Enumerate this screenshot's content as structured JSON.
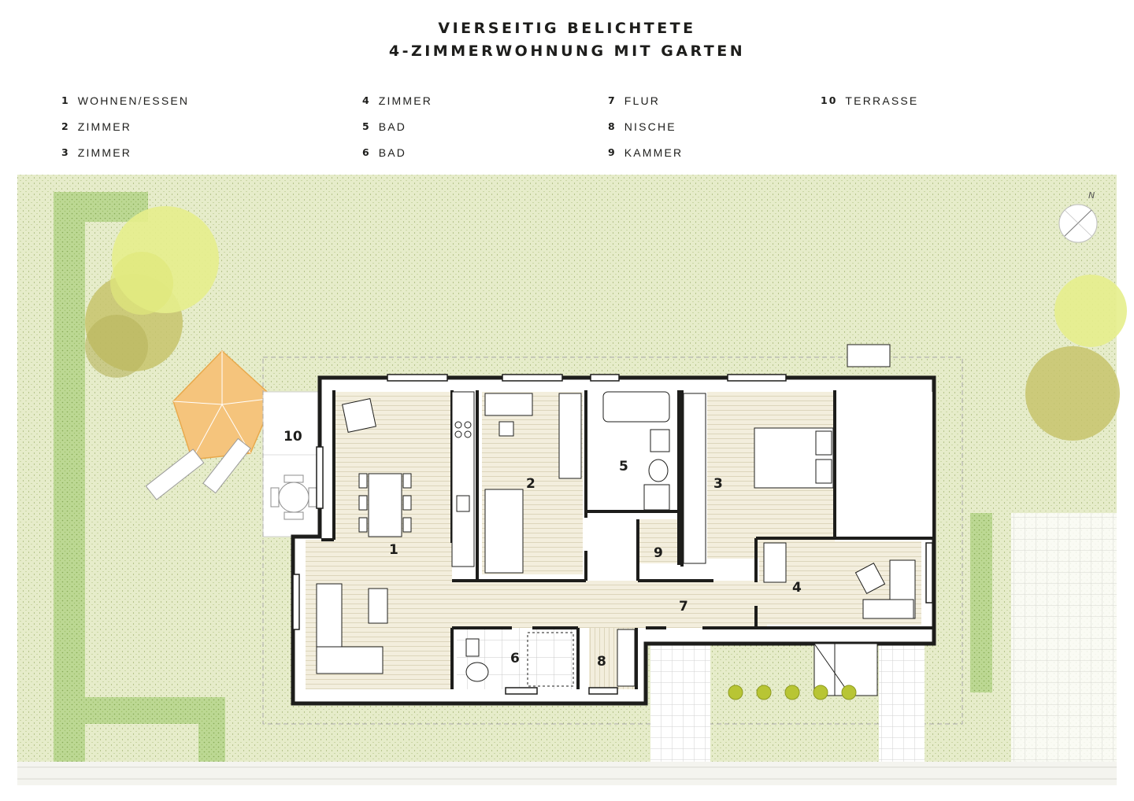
{
  "header": {
    "title_line1": "VIERSEITIG BELICHTETE",
    "title_line2": "4-ZIMMERWOHNUNG MIT GARTEN"
  },
  "legend": [
    {
      "num": "1",
      "label": "WOHNEN/ESSEN"
    },
    {
      "num": "2",
      "label": "ZIMMER"
    },
    {
      "num": "3",
      "label": "ZIMMER"
    },
    {
      "num": "4",
      "label": "ZIMMER"
    },
    {
      "num": "5",
      "label": "BAD"
    },
    {
      "num": "6",
      "label": "BAD"
    },
    {
      "num": "7",
      "label": "FLUR"
    },
    {
      "num": "8",
      "label": "NISCHE"
    },
    {
      "num": "9",
      "label": "KAMMER"
    },
    {
      "num": "10",
      "label": "TERRASSE"
    }
  ],
  "plan": {
    "compass_label": "N",
    "rooms": [
      "1",
      "2",
      "3",
      "4",
      "5",
      "6",
      "7",
      "8",
      "9",
      "10"
    ]
  },
  "colors": {
    "garden": "#e4ebc8",
    "hedge": "#b9d68f",
    "tree_yellow": "#e3ec8a",
    "tree_olive": "#c4c36a",
    "umbrella": "#f4c37a",
    "floor": "#f1ecda",
    "wall": "#1d1d1b",
    "shrub": "#b8c534"
  }
}
